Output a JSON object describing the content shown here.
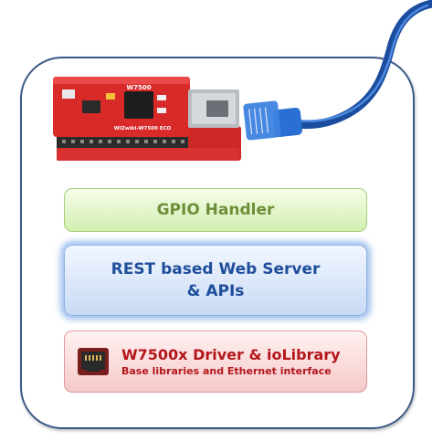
{
  "diagram": {
    "board": {
      "chip_label": "W7500",
      "board_label": "WIZwiki-W7500 ECO"
    },
    "layers": {
      "gpio": {
        "title": "GPIO Handler"
      },
      "rest": {
        "title_line1": "REST based Web Server",
        "title_line2": "& APIs"
      },
      "driver": {
        "title": "W7500x Driver & ioLibrary",
        "subtitle": "Base libraries and Ethernet interface",
        "icon": "ethernet-port-icon"
      }
    },
    "cable": {
      "icon": "ethernet-cable-icon"
    },
    "colors": {
      "frame_border": "#3b5a85",
      "gpio_text": "#6d8f3a",
      "rest_text": "#1f4e9b",
      "driver_text": "#b3171c",
      "board_red": "#d92a2a",
      "cable_blue": "#1f5fc4"
    }
  }
}
